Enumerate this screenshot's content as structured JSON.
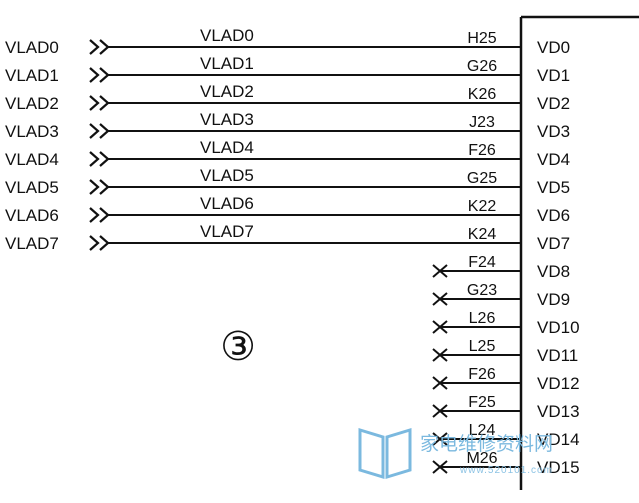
{
  "diagram": {
    "section_marker": "③",
    "connected": [
      {
        "port": "VLAD0",
        "net": "VLAD0",
        "pin": "H25",
        "signal": "VD0"
      },
      {
        "port": "VLAD1",
        "net": "VLAD1",
        "pin": "G26",
        "signal": "VD1"
      },
      {
        "port": "VLAD2",
        "net": "VLAD2",
        "pin": "K26",
        "signal": "VD2"
      },
      {
        "port": "VLAD3",
        "net": "VLAD3",
        "pin": "J23",
        "signal": "VD3"
      },
      {
        "port": "VLAD4",
        "net": "VLAD4",
        "pin": "F26",
        "signal": "VD4"
      },
      {
        "port": "VLAD5",
        "net": "VLAD5",
        "pin": "G25",
        "signal": "VD5"
      },
      {
        "port": "VLAD6",
        "net": "VLAD6",
        "pin": "K22",
        "signal": "VD6"
      },
      {
        "port": "VLAD7",
        "net": "VLAD7",
        "pin": "K24",
        "signal": "VD7"
      }
    ],
    "unconnected": [
      {
        "pin": "F24",
        "signal": "VD8"
      },
      {
        "pin": "G23",
        "signal": "VD9"
      },
      {
        "pin": "L26",
        "signal": "VD10"
      },
      {
        "pin": "L25",
        "signal": "VD11"
      },
      {
        "pin": "F26",
        "signal": "VD12"
      },
      {
        "pin": "F25",
        "signal": "VD13"
      },
      {
        "pin": "L24",
        "signal": "VD14"
      },
      {
        "pin": "M26",
        "signal": "VD15"
      }
    ]
  },
  "watermark": {
    "text": "家电维修资料网",
    "url": "www.520101.com",
    "color": "#7bb9df"
  }
}
